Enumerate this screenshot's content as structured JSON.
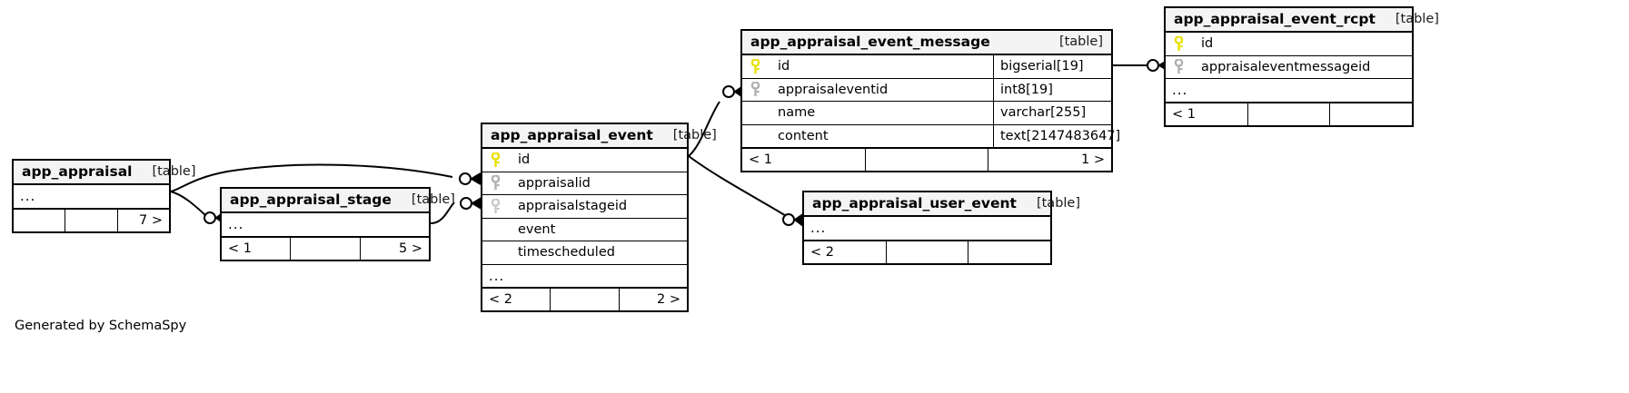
{
  "diagram": {
    "credit": "Generated by SchemaSpy",
    "table_tag": "[table]",
    "ellipsis": "...",
    "colors": {
      "primary_key": "#e8e000",
      "foreign_key": "#b0b0b0",
      "header_bg": "#f4f4f4",
      "border": "#000000",
      "background": "#ffffff"
    }
  },
  "tables": [
    {
      "id": "app_appraisal",
      "name": "app_appraisal",
      "tag": "[table]",
      "columns": [],
      "has_ellipsis": true,
      "footer": [
        "",
        "",
        "7 >"
      ]
    },
    {
      "id": "app_appraisal_stage",
      "name": "app_appraisal_stage",
      "tag": "[table]",
      "columns": [],
      "has_ellipsis": true,
      "footer": [
        "< 1",
        "",
        "5 >"
      ]
    },
    {
      "id": "app_appraisal_event",
      "name": "app_appraisal_event",
      "tag": "[table]",
      "columns": [
        {
          "key": "primary",
          "name": "id",
          "type": ""
        },
        {
          "key": "foreign",
          "name": "appraisalid",
          "type": ""
        },
        {
          "key": "foreign",
          "name": "appraisalstageid",
          "type": ""
        },
        {
          "key": "none",
          "name": "event",
          "type": ""
        },
        {
          "key": "none",
          "name": "timescheduled",
          "type": ""
        }
      ],
      "has_ellipsis": true,
      "footer": [
        "< 2",
        "",
        "2 >"
      ]
    },
    {
      "id": "app_appraisal_event_message",
      "name": "app_appraisal_event_message",
      "tag": "[table]",
      "columns": [
        {
          "key": "primary",
          "name": "id",
          "type": "bigserial[19]"
        },
        {
          "key": "foreign",
          "name": "appraisaleventid",
          "type": "int8[19]"
        },
        {
          "key": "none",
          "name": "name",
          "type": "varchar[255]"
        },
        {
          "key": "none",
          "name": "content",
          "type": "text[2147483647]"
        }
      ],
      "has_ellipsis": false,
      "footer": [
        "< 1",
        "",
        "1 >"
      ]
    },
    {
      "id": "app_appraisal_event_rcpt",
      "name": "app_appraisal_event_rcpt",
      "tag": "[table]",
      "columns": [
        {
          "key": "primary",
          "name": "id",
          "type": ""
        },
        {
          "key": "foreign",
          "name": "appraisaleventmessageid",
          "type": ""
        }
      ],
      "has_ellipsis": true,
      "footer": [
        "< 1",
        "",
        ""
      ]
    },
    {
      "id": "app_appraisal_user_event",
      "name": "app_appraisal_user_event",
      "tag": "[table]",
      "columns": [],
      "has_ellipsis": true,
      "footer": [
        "< 2",
        "",
        ""
      ]
    }
  ],
  "relationships": [
    {
      "from": "app_appraisal",
      "to": "app_appraisal_event.appraisalid"
    },
    {
      "from": "app_appraisal",
      "to": "app_appraisal_stage"
    },
    {
      "from": "app_appraisal_stage",
      "to": "app_appraisal_event.appraisalstageid"
    },
    {
      "from": "app_appraisal_event",
      "to": "app_appraisal_event_message.appraisaleventid"
    },
    {
      "from": "app_appraisal_event",
      "to": "app_appraisal_user_event"
    },
    {
      "from": "app_appraisal_event_message",
      "to": "app_appraisal_event_rcpt.appraisaleventmessageid"
    }
  ]
}
